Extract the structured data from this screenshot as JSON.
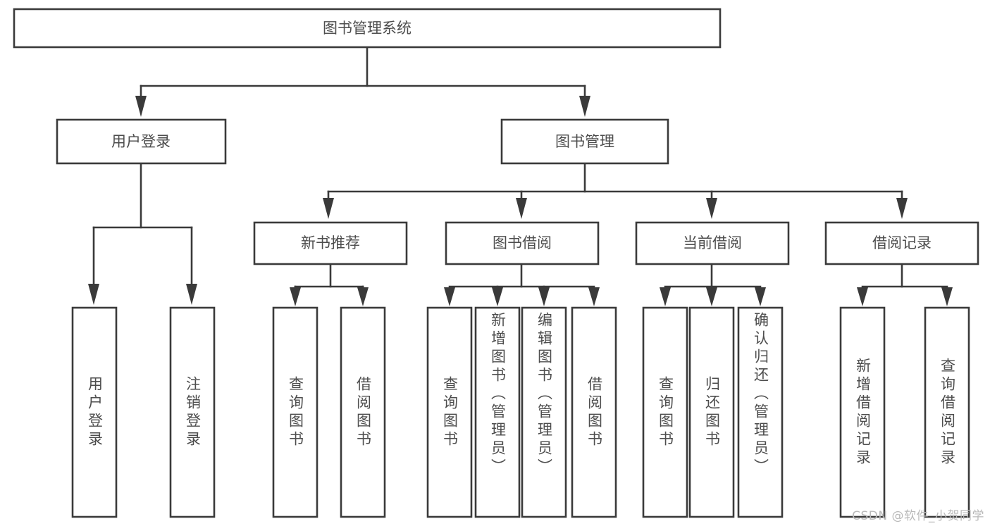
{
  "diagram": {
    "title": "图书管理系统",
    "type": "tree",
    "orientation": "top-down",
    "colors": {
      "box_fill": "#ffffff",
      "box_stroke": "#3a3a3a",
      "text": "#4d4d4d",
      "background": "#ffffff",
      "watermark": "#b9b9b9"
    },
    "nodes": {
      "root": {
        "label": "图书管理系统",
        "level": 0
      },
      "level1": [
        {
          "id": "user-login",
          "label": "用户登录"
        },
        {
          "id": "book-manage",
          "label": "图书管理"
        }
      ],
      "level2": [
        {
          "id": "new-book-recommend",
          "label": "新书推荐",
          "parent": "book-manage"
        },
        {
          "id": "book-borrow",
          "label": "图书借阅",
          "parent": "book-manage"
        },
        {
          "id": "current-borrow",
          "label": "当前借阅",
          "parent": "book-manage"
        },
        {
          "id": "borrow-record",
          "label": "借阅记录",
          "parent": "book-manage"
        }
      ],
      "leaves": [
        {
          "id": "leaf-user-login",
          "label": "用户登录",
          "parent": "user-login"
        },
        {
          "id": "leaf-user-logout",
          "label": "注销登录",
          "parent": "user-login"
        },
        {
          "id": "leaf-query-book-1",
          "label": "查询图书",
          "parent": "new-book-recommend"
        },
        {
          "id": "leaf-borrow-book-1",
          "label": "借阅图书",
          "parent": "new-book-recommend"
        },
        {
          "id": "leaf-query-book-2",
          "label": "查询图书",
          "parent": "book-borrow"
        },
        {
          "id": "leaf-add-book",
          "label": "新增图书（管理员）",
          "parent": "book-borrow"
        },
        {
          "id": "leaf-edit-book",
          "label": "编辑图书（管理员）",
          "parent": "book-borrow"
        },
        {
          "id": "leaf-borrow-book-2",
          "label": "借阅图书",
          "parent": "book-borrow"
        },
        {
          "id": "leaf-query-book-3",
          "label": "查询图书",
          "parent": "current-borrow"
        },
        {
          "id": "leaf-return-book",
          "label": "归还图书",
          "parent": "current-borrow"
        },
        {
          "id": "leaf-confirm-return",
          "label": "确认归还（管理员）",
          "parent": "current-borrow"
        },
        {
          "id": "leaf-add-record",
          "label": "新增借阅记录",
          "parent": "borrow-record"
        },
        {
          "id": "leaf-query-record",
          "label": "查询借阅记录",
          "parent": "borrow-record"
        }
      ]
    },
    "watermark": "CSDN @软件_小贺同学"
  }
}
